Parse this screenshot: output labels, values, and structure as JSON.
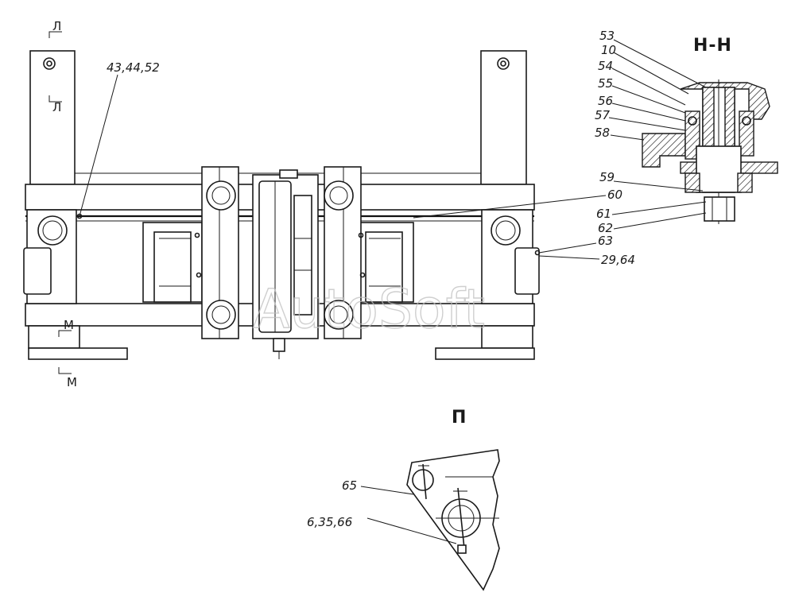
{
  "watermark": "AutoSoft",
  "sections": {
    "h_h": "Н-Н",
    "p": "П"
  },
  "cut_marks": {
    "l_top": "Л",
    "l_bottom": "Л",
    "m_top": "М",
    "m_bottom": "М"
  },
  "callouts": {
    "main": "43,44,52",
    "c53": "53",
    "c10": "10",
    "c54": "54",
    "c55": "55",
    "c56": "56",
    "c57": "57",
    "c58": "58",
    "c59": "59",
    "c60": "60",
    "c61": "61",
    "c62": "62",
    "c63": "63",
    "c29_64": "29,64",
    "c65": "65",
    "c6_35_66": "6,35,66"
  }
}
